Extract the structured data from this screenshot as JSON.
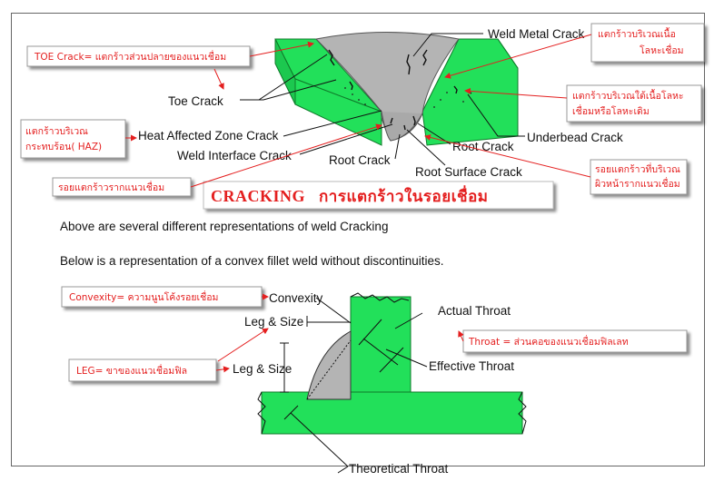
{
  "top_diagram": {
    "labels": {
      "weld_metal_crack": "Weld Metal Crack",
      "toe_crack": "Toe Crack",
      "heat_affected_zone_crack": "Heat Affected Zone Crack",
      "weld_interface_crack": "Weld Interface Crack",
      "root_crack_left": "Root Crack",
      "root_crack_right": "Root Crack",
      "root_surface_crack": "Root Surface Crack",
      "underbead_crack": "Underbead Crack"
    },
    "thai_notes": {
      "toe": "TOE  Crack= แตกร้าวส่วนปลายของแนวเชื่อม",
      "weld_metal_l1": "แตกร้าวบริเวณเนื้อ",
      "weld_metal_l2": "โลหะเชื่อม",
      "haz_l1": "แตกร้าวบริเวณ",
      "haz_l2": "กระทบร้อน( HAZ)",
      "underbead_l1": "แตกร้าวบริเวณใต้เนื้อโลหะ",
      "underbead_l2": "เชื่อมหรือโลหะเดิม",
      "root": "รอยแตกร้าวรากแนวเชื่อม",
      "root_surface_l1": "รอยแตกร้าวที่บริเวณ",
      "root_surface_l2": "ผิวหน้ารากแนวเชื่อม"
    },
    "title_en": "CRACKING",
    "title_th": "การแตกร้าวในรอยเชื่อม"
  },
  "captions": {
    "above": "Above are several different representations of weld Cracking",
    "below": "Below is a representation of a convex fillet weld without discontinuities."
  },
  "bottom_diagram": {
    "labels": {
      "convexity": "Convexity",
      "actual_throat": "Actual Throat",
      "leg_size_top": "Leg & Size",
      "leg_size_bottom": "Leg & Size",
      "effective_throat": "Effective Throat",
      "theoretical_throat": "Theoretical Throat"
    },
    "thai_notes": {
      "convexity": "Convexity=  ความนูนโค้งรอยเชื่อม",
      "throat": "Throat = ส่วนคอของแนวเชื่อมฟิลเลท",
      "leg": "LEG=  ขาของแนวเชื่อมฟิล"
    }
  },
  "colors": {
    "metal": "#22e05a",
    "weld": "#b4b4b4",
    "note_text": "#e41f1f",
    "arrow": "#e41f1f"
  }
}
